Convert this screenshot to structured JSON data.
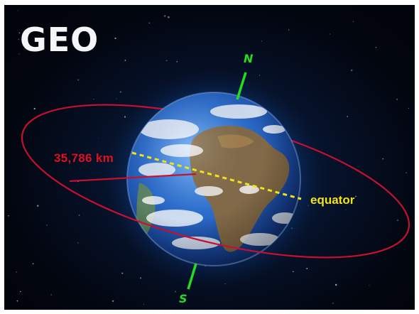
{
  "title": "GEO",
  "labels": {
    "north": "N",
    "south": "S",
    "distance": "35,786 km",
    "equator": "equator"
  },
  "colors": {
    "orbit": "#c8102e",
    "axis": "#22dd22",
    "equator_line": "#f2e21b",
    "distance_text": "#e0101e",
    "equator_text": "#f2e21b",
    "title_text": "#f4f6f8"
  },
  "icons": {
    "earth": "earth-globe-icon"
  }
}
